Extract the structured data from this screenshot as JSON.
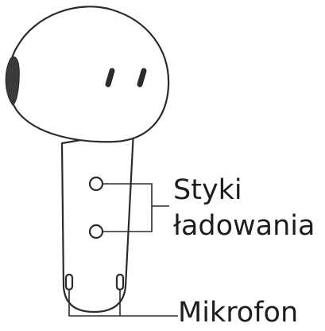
{
  "callouts": {
    "charging_contacts": {
      "line1": "Styki",
      "line2": "ładowania"
    },
    "microphone": "Mikrofon"
  },
  "colors": {
    "outline": "#2b2b2b",
    "speaker_grille": "#3a3a3a",
    "background": "#ffffff"
  }
}
